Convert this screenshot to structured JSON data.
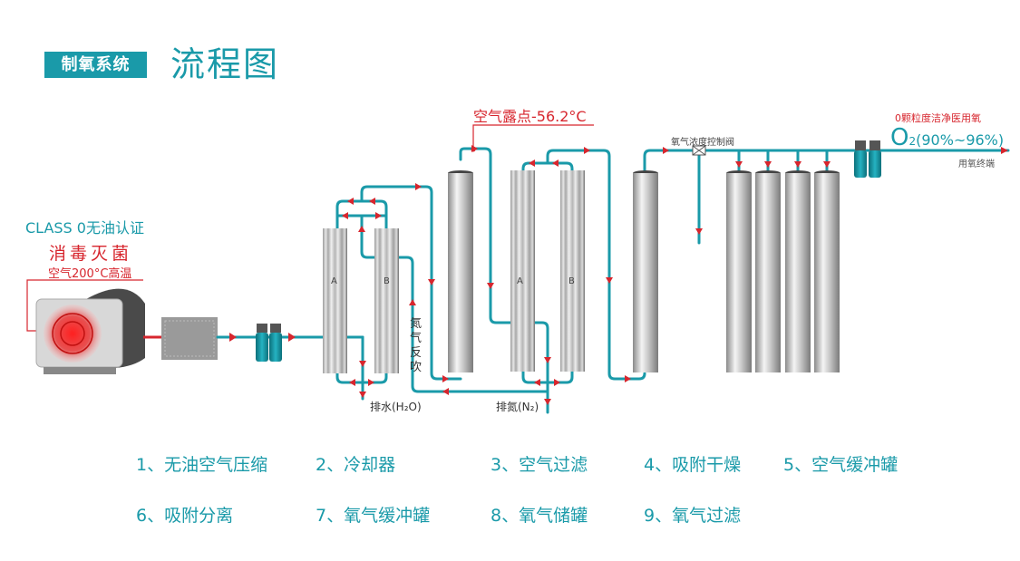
{
  "header": {
    "badge": "制氧系统",
    "title": "流程图"
  },
  "annotations": {
    "class0": "CLASS 0无油认证",
    "sterilize": "消毒灭菌",
    "high_temp": "空气200°C高温",
    "dew_point": "空气露点-56.2°C",
    "valve": "氧气浓度控制阀",
    "particle": "0颗粒度洁净医用氧",
    "o2_main": "O",
    "o2_sub": "2",
    "o2_range": "(90%~96%)",
    "terminal": "用氧终端",
    "drain_water": "排水(H₂O)",
    "drain_nitrogen": "排氮(N₂)",
    "nitrogen_backflush": "氮气反吹",
    "tower_a": "A",
    "tower_b": "B"
  },
  "legend": [
    {
      "label": "1、无油空气压缩"
    },
    {
      "label": "2、冷却器"
    },
    {
      "label": "3、空气过滤"
    },
    {
      "label": "4、吸附干燥"
    },
    {
      "label": "5、空气缓冲罐"
    },
    {
      "label": "6、吸附分离"
    },
    {
      "label": "7、氧气缓冲罐"
    },
    {
      "label": "8、氧气储罐"
    },
    {
      "label": "9、氧气过滤"
    }
  ],
  "colors": {
    "pipe": "#1a9aa9",
    "arrow": "#d7262e",
    "accent": "#1a9aa9",
    "warning": "#d7262e"
  }
}
